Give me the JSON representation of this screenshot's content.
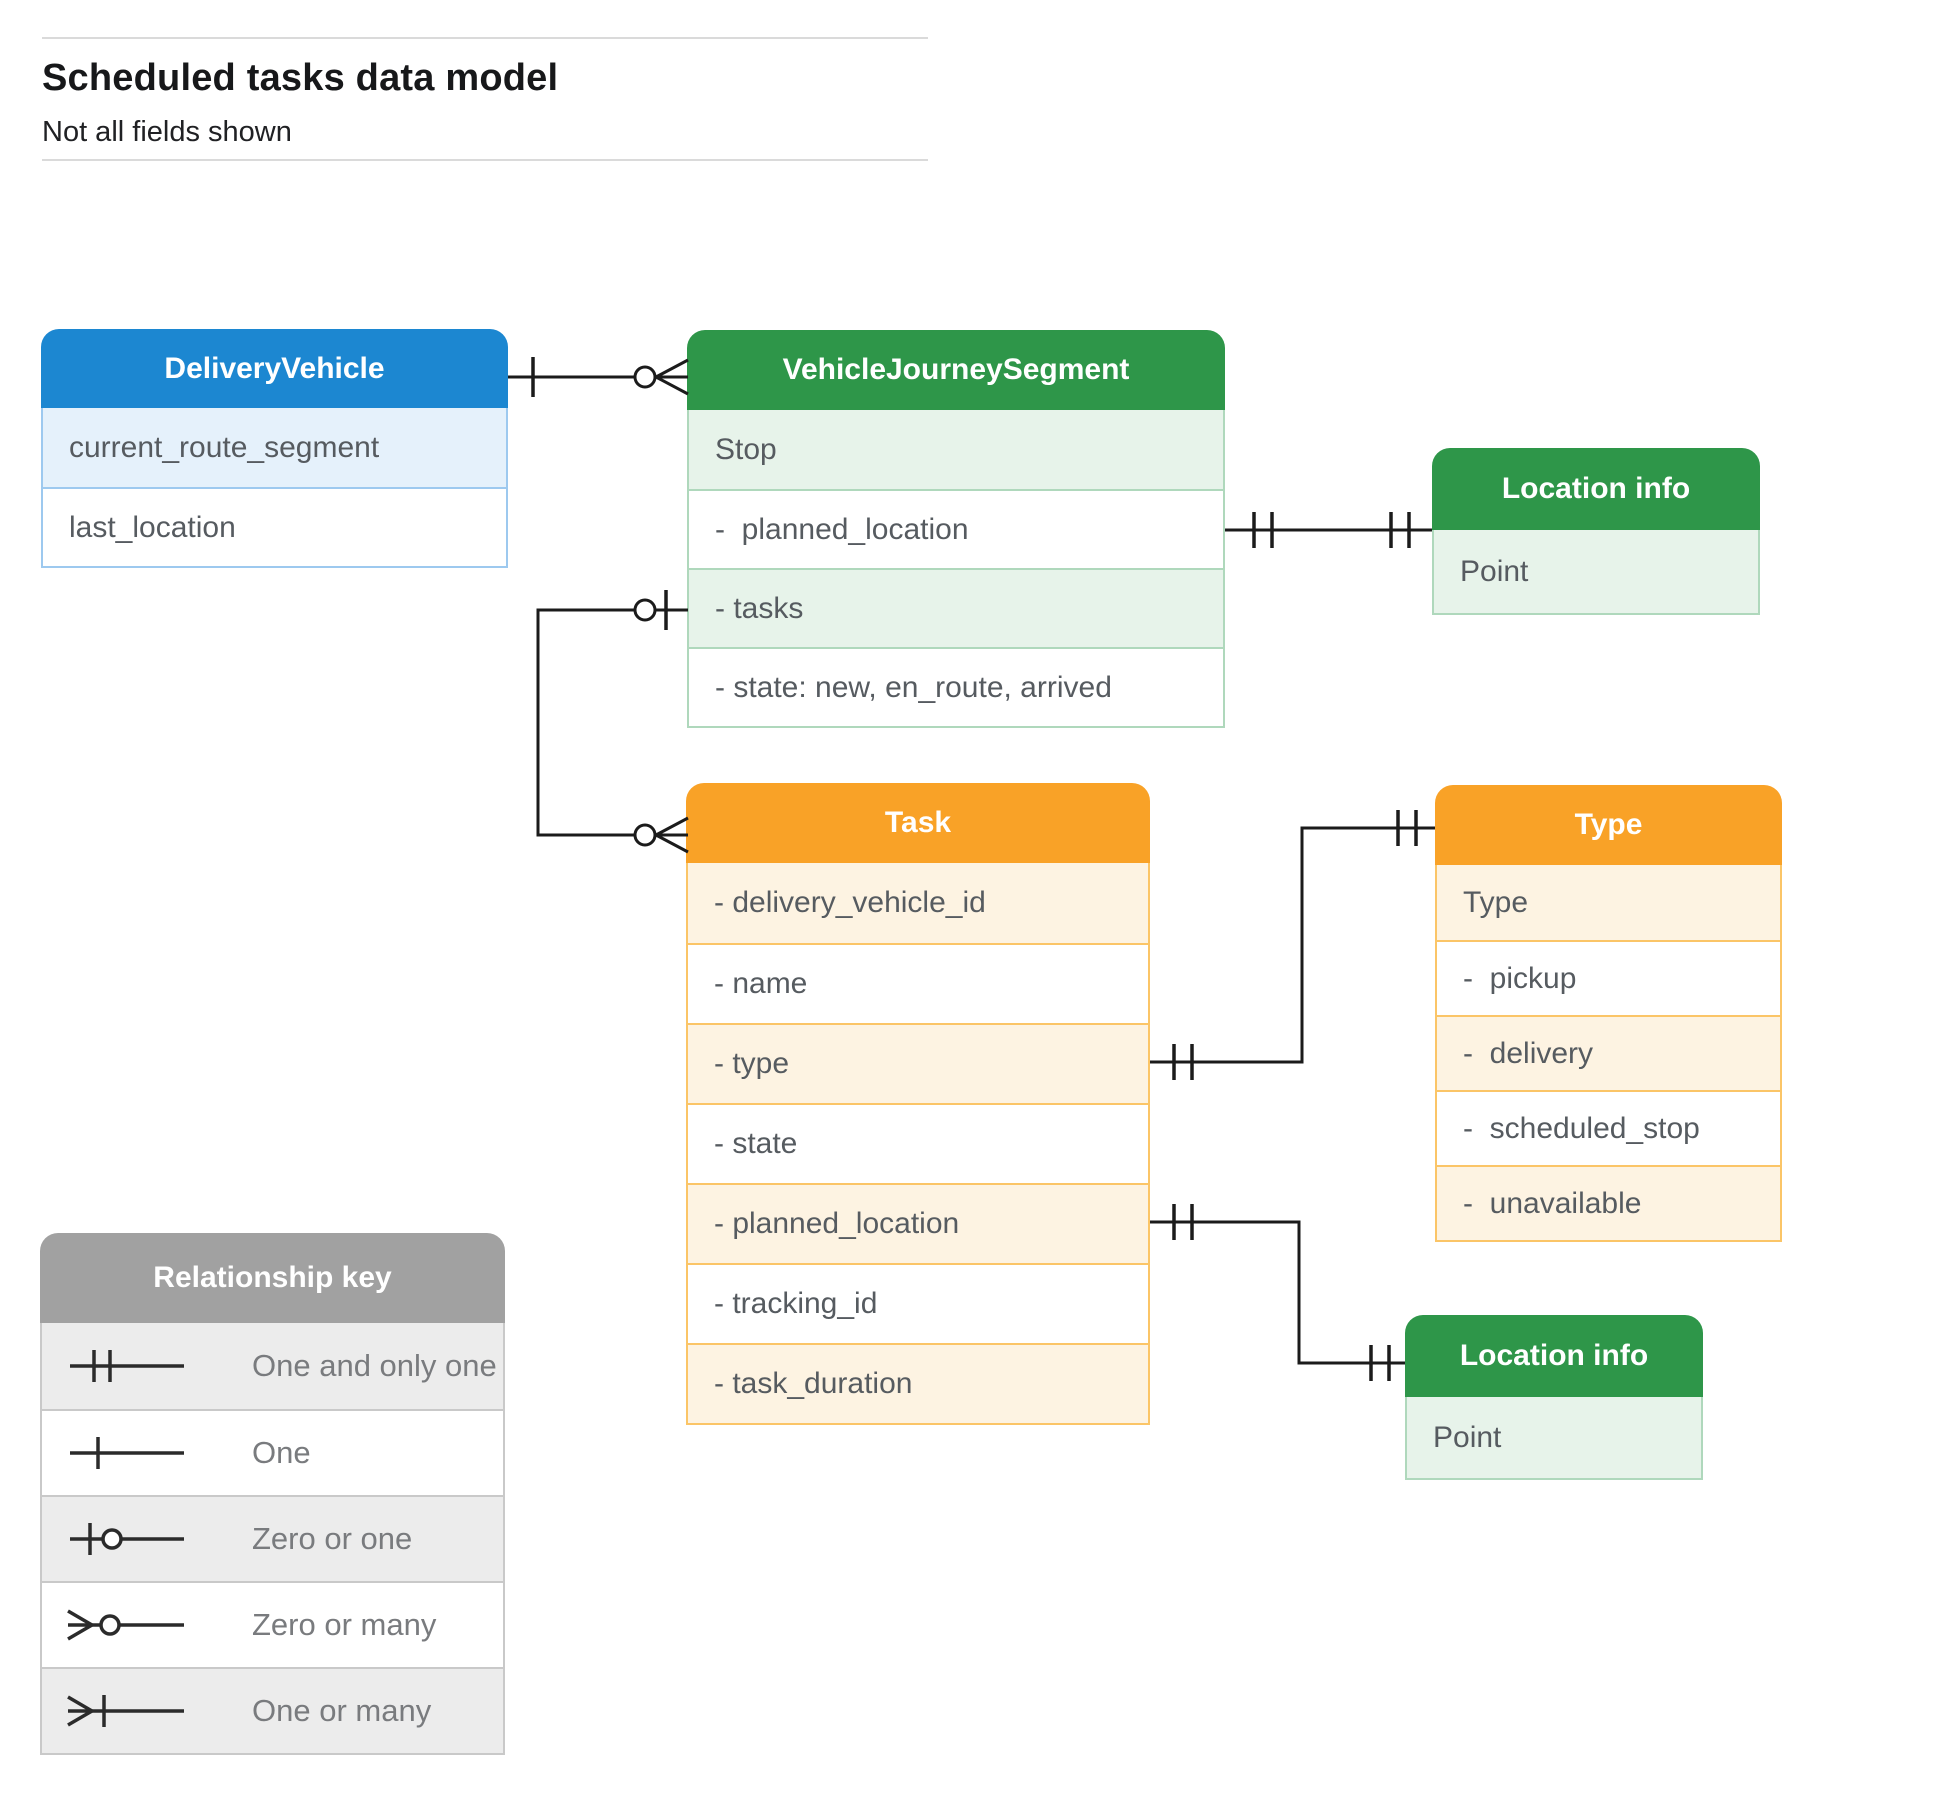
{
  "page": {
    "title": "Scheduled tasks data model",
    "subtitle": "Not all fields shown"
  },
  "entities": {
    "delivery_vehicle": {
      "title": "DeliveryVehicle",
      "rows": [
        "current_route_segment",
        "last_location"
      ]
    },
    "vehicle_journey_segment": {
      "title": "VehicleJourneySegment",
      "rows": [
        "Stop",
        "-  planned_location",
        "- tasks",
        "- state: new, en_route, arrived"
      ]
    },
    "location_info_top": {
      "title": "Location info",
      "rows": [
        "Point"
      ]
    },
    "task": {
      "title": "Task",
      "rows": [
        "- delivery_vehicle_id",
        "- name",
        "- type",
        "- state",
        "- planned_location",
        "- tracking_id",
        "- task_duration"
      ]
    },
    "type": {
      "title": "Type",
      "rows": [
        "Type",
        "-  pickup",
        "-  delivery",
        "-  scheduled_stop",
        "-  unavailable"
      ]
    },
    "location_info_bottom": {
      "title": "Location info",
      "rows": [
        "Point"
      ]
    }
  },
  "relationship_key": {
    "title": "Relationship key",
    "items": [
      {
        "symbol": "one-and-only-one",
        "label": "One and only one"
      },
      {
        "symbol": "one",
        "label": "One"
      },
      {
        "symbol": "zero-or-one",
        "label": "Zero or one"
      },
      {
        "symbol": "zero-or-many",
        "label": "Zero or many"
      },
      {
        "symbol": "one-or-many",
        "label": "One or many"
      }
    ]
  },
  "colors": {
    "blue_header": "#1c87d1",
    "green_header": "#2e9649",
    "orange_header": "#f9a227",
    "gray_header": "#a1a1a1",
    "field_text": "#565b60",
    "connector": "#1b1b1b"
  }
}
